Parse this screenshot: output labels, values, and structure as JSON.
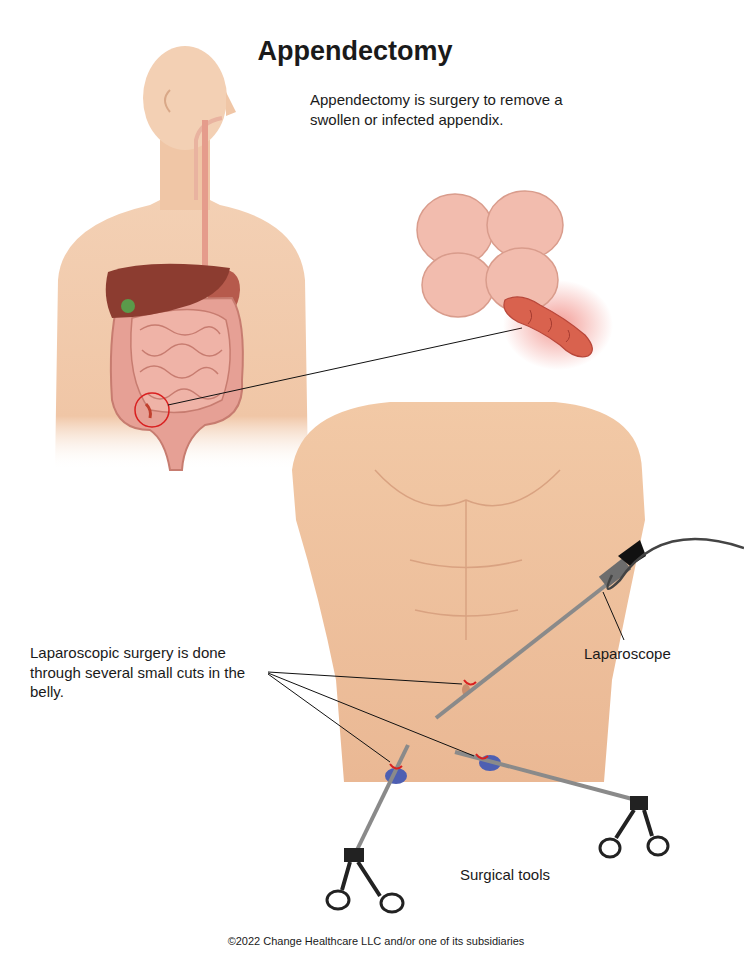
{
  "diagram": {
    "title": "Appendectomy",
    "labels": [
      "Appendectomy is surgery to remove a swollen or infected appendix.",
      "Laparoscopic surgery is done through several small cuts in the belly.",
      "Laparoscope",
      "Surgical tools",
      "©2022 Change Healthcare LLC and/or one of its subsidiaries"
    ]
  }
}
